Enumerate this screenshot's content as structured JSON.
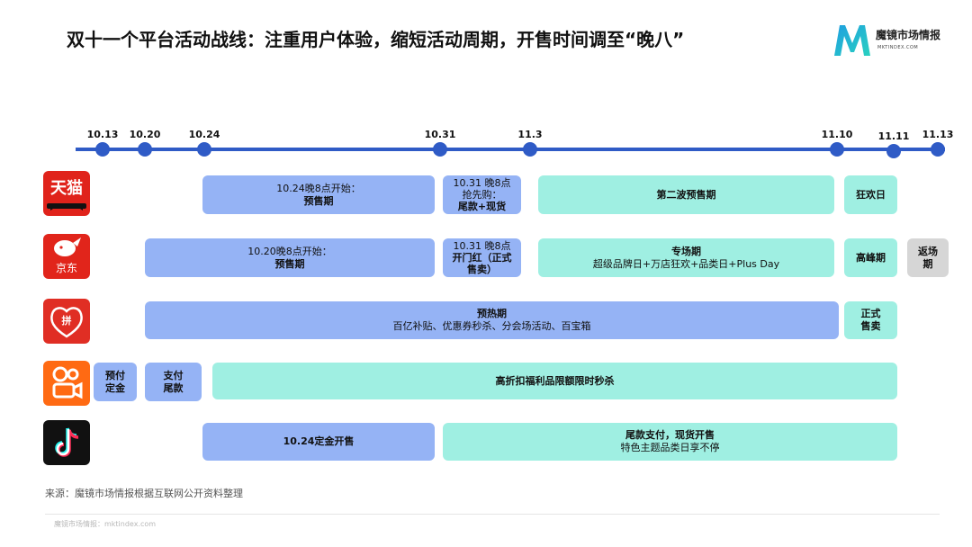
{
  "title": "双十一个平台活动战线：注重用户体验，缩短活动周期，开售时间调至“晚八”",
  "brand": {
    "name": "魔镜市场情报",
    "sub": "MKTINDEX.COM"
  },
  "timeline": {
    "ticks": [
      {
        "label": "10.13",
        "low": false
      },
      {
        "label": "10.20",
        "low": false
      },
      {
        "label": "10.24",
        "low": false
      },
      {
        "label": "10.31",
        "low": false
      },
      {
        "label": "11.3",
        "low": false
      },
      {
        "label": "11.10",
        "low": false
      },
      {
        "label": "11.11",
        "low": true
      },
      {
        "label": "11.13",
        "low": false
      }
    ]
  },
  "platforms": {
    "tmall": {
      "logo_text": "天猫",
      "bars": [
        {
          "l1": "10.24晚8点开始：",
          "l2": "预售期"
        },
        {
          "l1": "10.31  晚8点",
          "l2": "抢先购：",
          "l3": "尾款+现货"
        },
        {
          "l1": "第二波预售期"
        },
        {
          "l1": "狂欢日"
        }
      ]
    },
    "jd": {
      "logo_text": "京东",
      "bars": [
        {
          "l1": "10.20晚8点开始：",
          "l2": "预售期"
        },
        {
          "l1": "10.31  晚8点",
          "l2": "开门红（正式",
          "l3": "售卖）"
        },
        {
          "l1": "专场期",
          "l2": "超级品牌日+万店狂欢+品类日+Plus Day"
        },
        {
          "l1": "高峰期"
        },
        {
          "l1": "返场",
          "l2": "期"
        }
      ]
    },
    "pdd": {
      "logo_text": "拼",
      "bars": [
        {
          "l1": "预热期",
          "l2": "百亿补贴、优惠券秒杀、分会场活动、百宝箱"
        },
        {
          "l1": "正式",
          "l2": "售卖"
        }
      ]
    },
    "kuaishou": {
      "bars": [
        {
          "l1": "预付",
          "l2": "定金"
        },
        {
          "l1": "支付",
          "l2": "尾款"
        },
        {
          "l1": "高折扣福利品限额限时秒杀"
        }
      ]
    },
    "douyin": {
      "bars": [
        {
          "l1": "10.24定金开售"
        },
        {
          "l1": "尾款支付，现货开售",
          "l2": "特色主题品类日享不停"
        }
      ]
    }
  },
  "source": "来源：魔镜市场情报根据互联网公开资料整理",
  "footer": "魔镜市场情报：mktindex.com",
  "colors": {
    "timeline": "#2f5bc6",
    "blue_bar": "#95b3f5",
    "teal_bar": "#9fefe2",
    "grey_bar": "#d6d6d6",
    "tmall_red": "#e0231b",
    "jd_red": "#e1251b",
    "kuaishou_orange": "#ff6a13",
    "douyin_black": "#111111"
  }
}
